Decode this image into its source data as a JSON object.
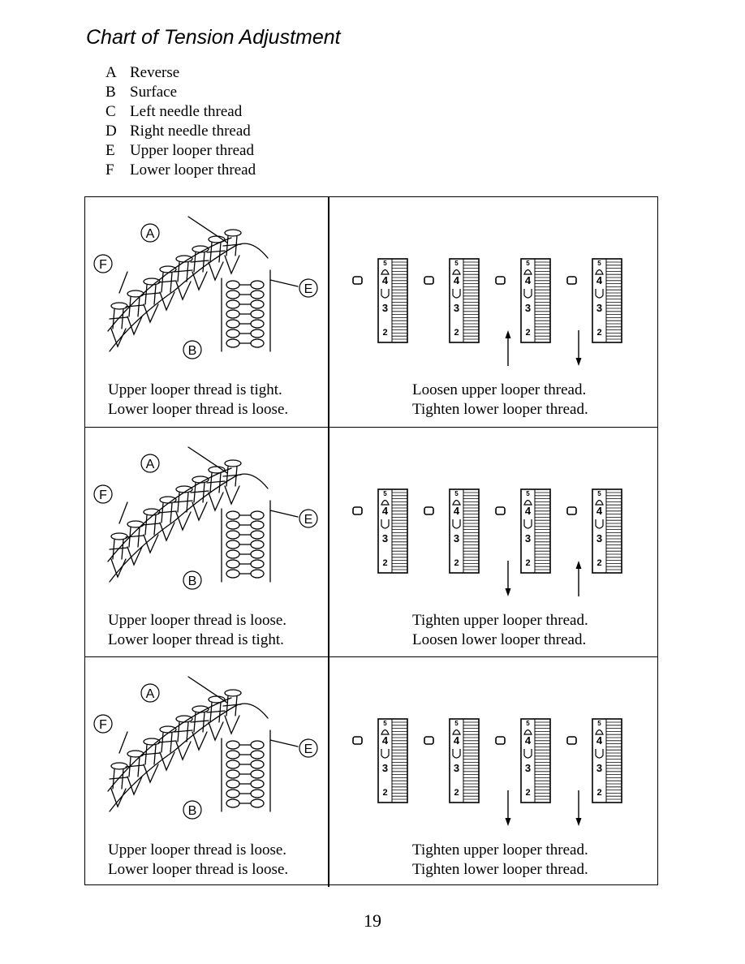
{
  "title": "Chart of Tension Adjustment",
  "legend": [
    {
      "key": "A",
      "label": "Reverse"
    },
    {
      "key": "B",
      "label": "Surface"
    },
    {
      "key": "C",
      "label": "Left needle thread"
    },
    {
      "key": "D",
      "label": "Right needle thread"
    },
    {
      "key": "E",
      "label": "Upper looper thread"
    },
    {
      "key": "F",
      "label": "Lower looper thread"
    }
  ],
  "dial_numbers": [
    "5",
    "4",
    "3",
    "2"
  ],
  "rows": [
    {
      "markers": {
        "a": "A",
        "b": "B",
        "e": "E",
        "f": "F"
      },
      "condition": [
        "Upper looper thread is tight.",
        "Lower looper thread is loose."
      ],
      "adjustment": [
        "Loosen upper looper thread.",
        "Tighten lower looper thread."
      ],
      "arrows": {
        "upper_looper": "up",
        "lower_looper": "down"
      }
    },
    {
      "markers": {
        "a": "A",
        "b": "B",
        "e": "E",
        "f": "F"
      },
      "condition": [
        "Upper looper thread is loose.",
        "Lower looper thread is tight."
      ],
      "adjustment": [
        "Tighten upper looper thread.",
        "Loosen lower looper thread."
      ],
      "arrows": {
        "upper_looper": "down",
        "lower_looper": "up"
      }
    },
    {
      "markers": {
        "a": "A",
        "b": "B",
        "e": "E",
        "f": "F"
      },
      "condition": [
        "Upper looper thread is loose.",
        "Lower looper thread is loose."
      ],
      "adjustment": [
        "Tighten upper looper thread.",
        "Tighten lower looper thread."
      ],
      "arrows": {
        "upper_looper": "down",
        "lower_looper": "down"
      }
    }
  ],
  "page_number": "19"
}
